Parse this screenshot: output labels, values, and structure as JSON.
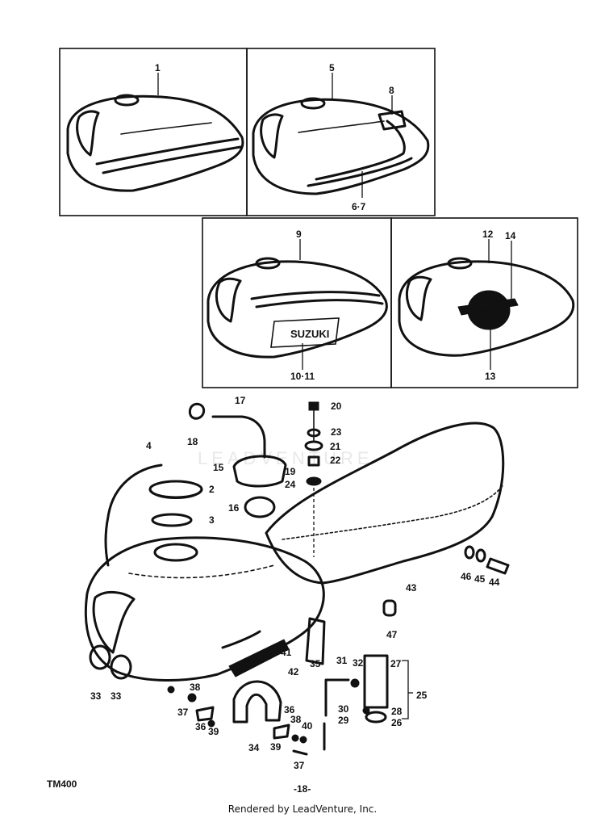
{
  "diagram": {
    "watermark": "LEADVENTURE",
    "diagram_id": "TM400",
    "page_number": "-18-",
    "credit": "Rendered by LeadVenture, Inc.",
    "callouts": {
      "c1": "1",
      "c5": "5",
      "c8": "8",
      "c67": "6·7",
      "c9": "9",
      "c1011": "10·11",
      "c12": "12",
      "c14": "14",
      "c13": "13",
      "c17": "17",
      "c20": "20",
      "c18": "18",
      "c23": "23",
      "c21": "21",
      "c4": "4",
      "c22": "22",
      "c15": "15",
      "c19": "19",
      "c24": "24",
      "c2": "2",
      "c16": "16",
      "c3": "3",
      "c46": "46",
      "c45": "45",
      "c44": "44",
      "c43": "43",
      "c47": "47",
      "c41": "41",
      "c35": "35",
      "c31": "31",
      "c32": "32",
      "c27": "27",
      "c42": "42",
      "c25": "25",
      "c38": "38",
      "c33a": "33",
      "c33b": "33",
      "c37a": "37",
      "c28": "28",
      "c30": "30",
      "c29": "29",
      "c26": "26",
      "c36a": "36",
      "c36b": "36",
      "c39a": "39",
      "c39b": "39",
      "c40": "40",
      "c34": "34",
      "c37b": "37",
      "c38b": "38"
    }
  }
}
